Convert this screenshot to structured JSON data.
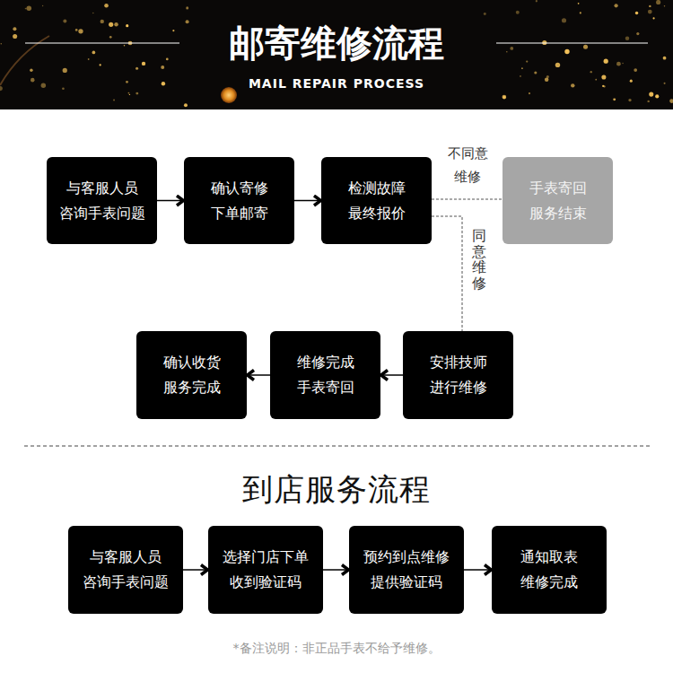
{
  "diagram": {
    "title": "邮寄维修流程",
    "nodes": [
      {
        "text": [
          "与客服人员 咨询手表问题"
        ]
      },
      {
        "text": [
          "确认寄修 下单邮寄"
        ]
      },
      {
        "text": [
          "检测故障 最终报价"
        ]
      },
      {
        "text": [
          "手表寄回 服务结束"
        ]
      },
      {
        "text": [
          "确认收货 服务完成"
        ]
      },
      {
        "text": [
          "维修完成 手表寄回"
        ]
      },
      {
        "text": [
          "安排技师 进行维修"
        ]
      },
      {
        "text": [
          "与客服人员 咨询手表问题"
        ]
      },
      {
        "text": [
          "选择门店下单 收到验证码"
        ]
      },
      {
        "text": [
          "预约到点维修 提供验证码"
        ]
      },
      {
        "text": [
          "通知取表 维修完成"
        ]
      }
    ],
    "edges": [
      {
        "from": 0,
        "to": 1,
        "arrow": "to"
      },
      {
        "from": 1,
        "to": 2,
        "arrow": "to"
      },
      {
        "from": 2,
        "to": 3,
        "label": "不同意维修",
        "arrow": "none"
      },
      {
        "from": 2,
        "to": 6,
        "label": "同意维修",
        "arrow": "none"
      },
      {
        "from": 6,
        "to": 5,
        "arrow": "to"
      },
      {
        "from": 5,
        "to": 4,
        "arrow": "to"
      },
      {
        "from": 7,
        "to": 8,
        "arrow": "to"
      },
      {
        "from": 8,
        "to": 9,
        "arrow": "to"
      },
      {
        "from": 9,
        "to": 10,
        "arrow": "to"
      }
    ],
    "labels": [
      "MAIL REPAIR PROCESS",
      "到店服务流程",
      "*备注说明：非正品手表不给予维修。"
    ]
  }
}
